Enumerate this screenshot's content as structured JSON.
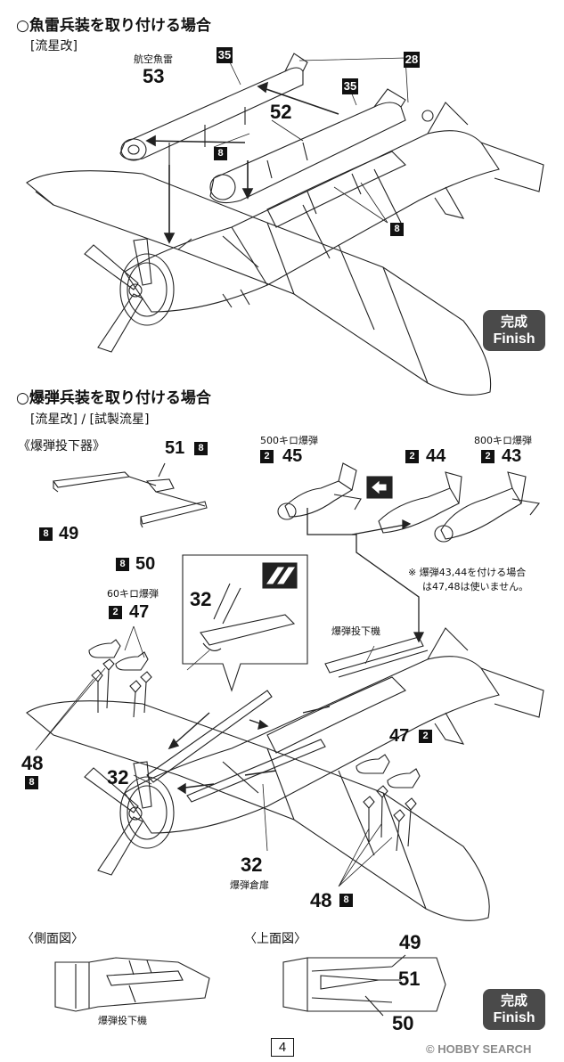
{
  "section1": {
    "title": "○魚雷兵装を取り付ける場合",
    "variant": "[流星改]",
    "torpedo_label": "航空魚雷",
    "parts": {
      "p53": "53",
      "p52": "52",
      "b35a": "35",
      "b35b": "35",
      "b28": "28",
      "b8a": "8",
      "b8b": "8"
    },
    "finish": {
      "ja": "完成",
      "en": "Finish"
    }
  },
  "section2": {
    "title": "○爆弾兵装を取り付ける場合",
    "variant": "[流星改] / [試製流星]",
    "rack_title": "《爆弾投下器》",
    "bomb500": "500キロ爆弾",
    "bomb800": "800キロ爆弾",
    "bomb60": "60キロ爆弾",
    "rack_label": "爆弾投下機",
    "bay_door_label": "爆弾倉扉",
    "note_line1": "※ 爆弾43,44を付ける場合",
    "note_line2": "は47,48は使いません。",
    "parts": {
      "p51": "51",
      "b51": "8",
      "p49": "49",
      "b49": "8",
      "p50": "50",
      "b50": "8",
      "p45": "45",
      "b45": "2",
      "p44": "44",
      "b44": "2",
      "p43": "43",
      "b43": "2",
      "p32a": "32",
      "p47a": "47",
      "b47a": "2",
      "p48a": "48",
      "b48a": "8",
      "p32b": "32",
      "p47b": "47",
      "b47b": "2",
      "p32c": "32",
      "p48b": "48",
      "b48b": "8"
    }
  },
  "views": {
    "side": "〈側面図〉",
    "side_label": "爆弾投下機",
    "top": "〈上面図〉",
    "top_p49": "49",
    "top_p51": "51",
    "top_p50": "50",
    "finish": {
      "ja": "完成",
      "en": "Finish"
    }
  },
  "page_number": "4",
  "watermark": "© HOBBY SEARCH"
}
